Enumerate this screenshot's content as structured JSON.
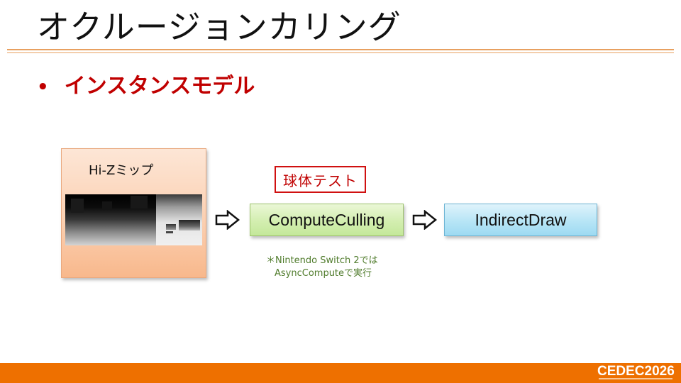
{
  "slide": {
    "title": "オクルージョンカリング",
    "bullet_marker": "•",
    "bullet_text": "インスタンスモデル"
  },
  "diagram": {
    "hiz_box": {
      "label": "Hi-Zミップ"
    },
    "sphere_test_label": "球体テスト",
    "compute_box": {
      "label": "ComputeCulling"
    },
    "indirect_box": {
      "label": "IndirectDraw"
    },
    "note": {
      "line1": "＊Nintendo Switch 2では",
      "line2": "AsyncComputeで実行"
    }
  },
  "footer": {
    "logo_text": "CEDEC2026"
  },
  "colors": {
    "title_rule": "#e8a060",
    "accent_red": "#c00000",
    "footer_bar": "#ee7000",
    "hiz_fill": "#fbd0b2",
    "compute_fill": "#d3eeb0",
    "indirect_fill": "#b7e5f6",
    "note_text": "#4f7b2b"
  }
}
